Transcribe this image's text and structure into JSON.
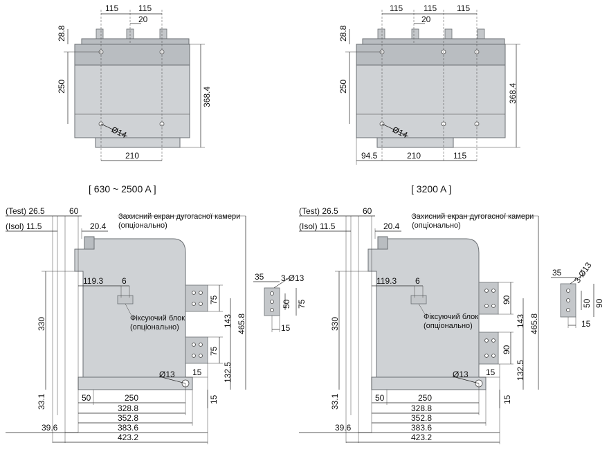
{
  "captions": {
    "left": "[ 630 ~ 2500 A ]",
    "right": "[ 3200 A ]"
  },
  "top_left": {
    "dims": [
      "115",
      "115",
      "20",
      "28.8",
      "250",
      "368.4",
      "Ø14",
      "210"
    ]
  },
  "top_right": {
    "dims": [
      "115",
      "115",
      "115",
      "20",
      "28.8",
      "250",
      "368.4",
      "Ø14",
      "94.5",
      "210",
      "115"
    ]
  },
  "side_left": {
    "test": "(Test) 26.5",
    "isol": "(Isol) 11.5",
    "d60": "60",
    "d20_4": "20.4",
    "note_screen": [
      "Захисний екран дугогасної камери",
      "(опціонально)"
    ],
    "d119_3": "119.3",
    "d6": "6",
    "note_lock": [
      "Фіксуючий блок",
      "(опціонально)"
    ],
    "d330": "330",
    "d75a": "75",
    "d75b": "75",
    "d143": "143",
    "d465_8": "465.8",
    "d132_5": "132.5",
    "d15a": "15",
    "d15b": "15",
    "d13": "Ø13",
    "d33_1": "33.1",
    "d50": "50",
    "d250": "250",
    "d328_8": "328.8",
    "d352_8": "352.8",
    "d39_6": "39.6",
    "d383_6": "383.6",
    "d423_2": "423.2"
  },
  "side_right": {
    "test": "(Test) 26.5",
    "isol": "(Isol) 11.5",
    "d60": "60",
    "d20_4": "20.4",
    "note_screen": [
      "Захисний екран дугогасної камери",
      "(опціонально)"
    ],
    "d119_3": "119.3",
    "d6": "6",
    "note_lock": [
      "Фіксуючий блок",
      "(опціонально)"
    ],
    "d330": "330",
    "d90a": "90",
    "d90b": "90",
    "d143": "143",
    "d465_8": "465.8",
    "d132_5": "132.5",
    "d15a": "15",
    "d15b": "15",
    "d13": "Ø13",
    "d33_1": "33.1",
    "d50": "50",
    "d250": "250",
    "d328_8": "328.8",
    "d352_8": "352.8",
    "d39_6": "39.6",
    "d383_6": "383.6",
    "d423_2": "423.2"
  },
  "terminal_left": {
    "d35": "35",
    "hole": "3-Ø13",
    "d50": "50",
    "d75": "75",
    "d15": "15"
  },
  "terminal_right": {
    "d35": "35",
    "hole": "3-Ø13",
    "d50": "50",
    "d90": "90",
    "d15": "15"
  }
}
